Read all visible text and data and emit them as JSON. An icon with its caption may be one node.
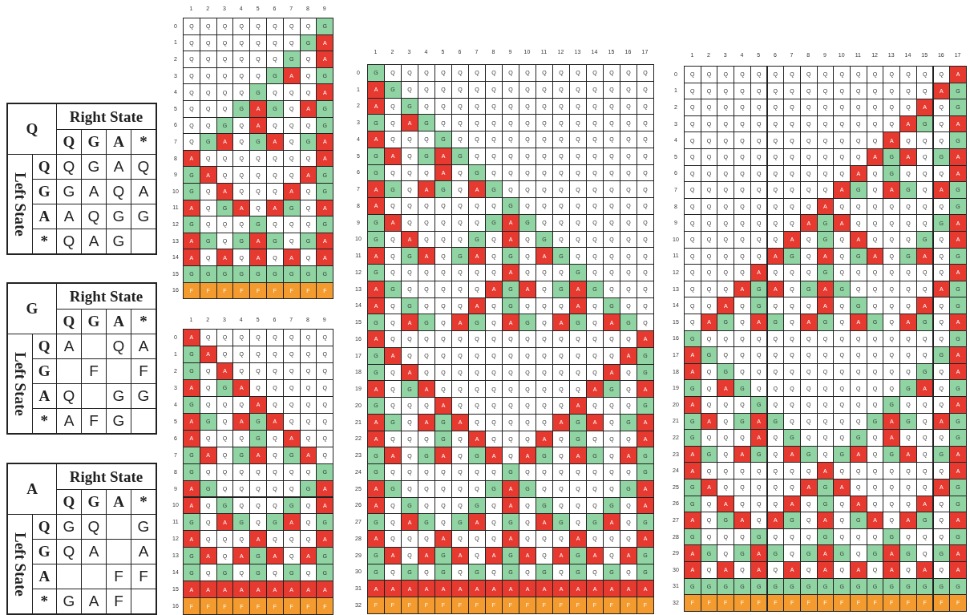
{
  "diagram": {
    "labels": [
      "Q",
      "Right State",
      "Q",
      "G",
      "A",
      "*",
      "Left State",
      "Q",
      "Q",
      "G",
      "A",
      "Q",
      "G",
      "G",
      "A",
      "Q",
      "A",
      "A",
      "A",
      "Q",
      "G",
      "G",
      "*",
      "Q",
      "A",
      "G",
      "G",
      "Right State",
      "Q",
      "G",
      "A",
      "*",
      "Left State",
      "Q",
      "A",
      "Q",
      "A",
      "G",
      "F",
      "F",
      "A",
      "Q",
      "G",
      "G",
      "*",
      "A",
      "F",
      "G",
      "A",
      "Right State",
      "Q",
      "G",
      "A",
      "*",
      "Left State",
      "Q",
      "G",
      "Q",
      "G",
      "G",
      "Q",
      "A",
      "A",
      "A",
      "F",
      "F",
      "*",
      "G",
      "A",
      "F",
      "1",
      "2",
      "3",
      "4",
      "5",
      "6",
      "7",
      "8",
      "9",
      "0",
      "Q",
      "Q",
      "Q",
      "Q",
      "Q",
      "Q",
      "Q",
      "Q",
      "G",
      "1",
      "Q",
      "Q",
      "Q",
      "Q",
      "Q",
      "Q",
      "Q",
      "G",
      "A",
      "2",
      "Q",
      "Q",
      "Q",
      "Q",
      "Q",
      "Q",
      "G",
      "Q",
      "A",
      "3",
      "Q",
      "Q",
      "Q",
      "Q",
      "Q",
      "G",
      "A",
      "Q",
      "G",
      "4",
      "Q",
      "Q",
      "Q",
      "Q",
      "G",
      "Q",
      "Q",
      "Q",
      "A",
      "5",
      "Q",
      "Q",
      "Q",
      "G",
      "A",
      "G",
      "Q",
      "A",
      "G",
      "6",
      "Q",
      "Q",
      "G",
      "Q",
      "A",
      "Q",
      "Q",
      "Q",
      "G",
      "7",
      "Q",
      "G",
      "A",
      "Q",
      "G",
      "A",
      "Q",
      "G",
      "A",
      "8",
      "A",
      "Q",
      "Q",
      "Q",
      "Q",
      "Q",
      "Q",
      "Q",
      "A",
      "9",
      "G",
      "A",
      "Q",
      "Q",
      "Q",
      "Q",
      "Q",
      "A",
      "G",
      "10",
      "G",
      "Q",
      "A",
      "Q",
      "Q",
      "Q",
      "A",
      "Q",
      "G",
      "11",
      "A",
      "Q",
      "G",
      "A",
      "Q",
      "A",
      "G",
      "Q",
      "A",
      "12",
      "G",
      "Q",
      "Q",
      "Q",
      "G",
      "Q",
      "Q",
      "Q",
      "G",
      "13",
      "A",
      "G",
      "Q",
      "G",
      "A",
      "G",
      "Q",
      "G",
      "A",
      "14",
      "A",
      "Q",
      "A",
      "Q",
      "A",
      "Q",
      "A",
      "Q",
      "A",
      "15",
      "G",
      "G",
      "G",
      "G",
      "G",
      "G",
      "G",
      "G",
      "G",
      "16",
      "F",
      "F",
      "F",
      "F",
      "F",
      "F",
      "F",
      "F",
      "F",
      "1",
      "2",
      "3",
      "4",
      "5",
      "6",
      "7",
      "8",
      "9",
      "0",
      "A",
      "Q",
      "Q",
      "Q",
      "Q",
      "Q",
      "Q",
      "Q",
      "Q",
      "1",
      "G",
      "A",
      "Q",
      "Q",
      "Q",
      "Q",
      "Q",
      "Q",
      "Q",
      "2",
      "G",
      "Q",
      "A",
      "Q",
      "Q",
      "Q",
      "Q",
      "Q",
      "Q",
      "3",
      "A",
      "Q",
      "G",
      "A",
      "Q",
      "Q",
      "Q",
      "Q",
      "Q",
      "4",
      "G",
      "Q",
      "Q",
      "Q",
      "A",
      "Q",
      "Q",
      "Q",
      "Q",
      "5",
      "A",
      "G",
      "Q",
      "A",
      "G",
      "A",
      "Q",
      "Q",
      "Q",
      "6",
      "A",
      "Q",
      "Q",
      "Q",
      "G",
      "Q",
      "A",
      "Q",
      "Q",
      "7",
      "G",
      "A",
      "Q",
      "G",
      "A",
      "Q",
      "G",
      "A",
      "Q",
      "8",
      "G",
      "Q",
      "Q",
      "Q",
      "Q",
      "Q",
      "Q",
      "Q",
      "G",
      "9",
      "A",
      "G",
      "Q",
      "Q",
      "Q",
      "Q",
      "Q",
      "G",
      "A",
      "10",
      "A",
      "Q",
      "G",
      "Q",
      "Q",
      "Q",
      "G",
      "Q",
      "A",
      "11",
      "G",
      "Q",
      "A",
      "G",
      "Q",
      "G",
      "A",
      "Q",
      "G",
      "12",
      "A",
      "Q",
      "Q",
      "Q",
      "A",
      "Q",
      "Q",
      "Q",
      "A",
      "13",
      "G",
      "A",
      "Q",
      "A",
      "G",
      "A",
      "Q",
      "A",
      "G",
      "14",
      "G",
      "Q",
      "G",
      "Q",
      "G",
      "Q",
      "G",
      "Q",
      "G",
      "15",
      "A",
      "A",
      "A",
      "A",
      "A",
      "A",
      "A",
      "A",
      "A",
      "16",
      "F",
      "F",
      "F",
      "F",
      "F",
      "F",
      "F",
      "F",
      "F",
      "1",
      "2",
      "3",
      "4",
      "5",
      "6",
      "7",
      "8",
      "9",
      "10",
      "11",
      "12",
      "13",
      "14",
      "15",
      "16",
      "17",
      "0",
      "G",
      "Q",
      "Q",
      "Q",
      "Q",
      "Q",
      "Q",
      "Q",
      "Q",
      "Q",
      "Q",
      "Q",
      "Q",
      "Q",
      "Q",
      "Q",
      "Q",
      "1",
      "A",
      "G",
      "Q",
      "Q",
      "Q",
      "Q",
      "Q",
      "Q",
      "Q",
      "Q",
      "Q",
      "Q",
      "Q",
      "Q",
      "Q",
      "Q",
      "Q",
      "2",
      "A",
      "Q",
      "G",
      "Q",
      "Q",
      "Q",
      "Q",
      "Q",
      "Q",
      "Q",
      "Q",
      "Q",
      "Q",
      "Q",
      "Q",
      "Q",
      "Q",
      "3",
      "G",
      "Q",
      "A",
      "G",
      "Q",
      "Q",
      "Q",
      "Q",
      "Q",
      "Q",
      "Q",
      "Q",
      "Q",
      "Q",
      "Q",
      "Q",
      "Q",
      "4",
      "A",
      "Q",
      "Q",
      "Q",
      "G",
      "Q",
      "Q",
      "Q",
      "Q",
      "Q",
      "Q",
      "Q",
      "Q",
      "Q",
      "Q",
      "Q",
      "Q",
      "5",
      "G",
      "A",
      "Q",
      "G",
      "A",
      "G",
      "Q",
      "Q",
      "Q",
      "Q",
      "Q",
      "Q",
      "Q",
      "Q",
      "Q",
      "Q",
      "Q",
      "6",
      "G",
      "Q",
      "Q",
      "Q",
      "A",
      "Q",
      "G",
      "Q",
      "Q",
      "Q",
      "Q",
      "Q",
      "Q",
      "Q",
      "Q",
      "Q",
      "Q",
      "7",
      "A",
      "G",
      "Q",
      "A",
      "G",
      "Q",
      "A",
      "G",
      "Q",
      "Q",
      "Q",
      "Q",
      "Q",
      "Q",
      "Q",
      "Q",
      "Q",
      "8",
      "A",
      "Q",
      "Q",
      "Q",
      "Q",
      "Q",
      "Q",
      "Q",
      "G",
      "Q",
      "Q",
      "Q",
      "Q",
      "Q",
      "Q",
      "Q",
      "Q",
      "9",
      "G",
      "A",
      "Q",
      "Q",
      "Q",
      "Q",
      "Q",
      "G",
      "A",
      "G",
      "Q",
      "Q",
      "Q",
      "Q",
      "Q",
      "Q",
      "Q",
      "10",
      "G",
      "Q",
      "A",
      "Q",
      "Q",
      "Q",
      "G",
      "Q",
      "A",
      "Q",
      "G",
      "Q",
      "Q",
      "Q",
      "Q",
      "Q",
      "Q",
      "11",
      "A",
      "Q",
      "G",
      "A",
      "Q",
      "G",
      "A",
      "Q",
      "G",
      "Q",
      "A",
      "G",
      "Q",
      "Q",
      "Q",
      "Q",
      "Q",
      "12",
      "G",
      "Q",
      "Q",
      "Q",
      "Q",
      "Q",
      "Q",
      "Q",
      "A",
      "Q",
      "Q",
      "Q",
      "G",
      "Q",
      "Q",
      "Q",
      "Q",
      "13",
      "A",
      "G",
      "Q",
      "Q",
      "Q",
      "Q",
      "Q",
      "A",
      "G",
      "A",
      "Q",
      "G",
      "A",
      "G",
      "Q",
      "Q",
      "Q",
      "14",
      "A",
      "Q",
      "G",
      "Q",
      "Q",
      "Q",
      "A",
      "Q",
      "G",
      "Q",
      "Q",
      "Q",
      "A",
      "Q",
      "G",
      "Q",
      "Q",
      "15",
      "G",
      "Q",
      "A",
      "G",
      "Q",
      "A",
      "G",
      "Q",
      "A",
      "G",
      "Q",
      "A",
      "G",
      "Q",
      "A",
      "G",
      "Q",
      "16",
      "A",
      "Q",
      "Q",
      "Q",
      "Q",
      "Q",
      "Q",
      "Q",
      "Q",
      "Q",
      "Q",
      "Q",
      "Q",
      "Q",
      "Q",
      "Q",
      "A",
      "17",
      "G",
      "A",
      "Q",
      "Q",
      "Q",
      "Q",
      "Q",
      "Q",
      "Q",
      "Q",
      "Q",
      "Q",
      "Q",
      "Q",
      "Q",
      "A",
      "G",
      "18",
      "G",
      "Q",
      "A",
      "Q",
      "Q",
      "Q",
      "Q",
      "Q",
      "Q",
      "Q",
      "Q",
      "Q",
      "Q",
      "Q",
      "A",
      "Q",
      "G",
      "19",
      "A",
      "Q",
      "G",
      "A",
      "Q",
      "Q",
      "Q",
      "Q",
      "Q",
      "Q",
      "Q",
      "Q",
      "Q",
      "A",
      "G",
      "Q",
      "A",
      "20",
      "G",
      "Q",
      "Q",
      "Q",
      "A",
      "Q",
      "Q",
      "Q",
      "Q",
      "Q",
      "Q",
      "Q",
      "A",
      "Q",
      "Q",
      "Q",
      "G",
      "21",
      "A",
      "G",
      "Q",
      "A",
      "G",
      "A",
      "Q",
      "Q",
      "Q",
      "Q",
      "Q",
      "A",
      "G",
      "A",
      "Q",
      "G",
      "A",
      "22",
      "A",
      "Q",
      "Q",
      "Q",
      "G",
      "Q",
      "A",
      "Q",
      "Q",
      "Q",
      "A",
      "Q",
      "G",
      "Q",
      "Q",
      "Q",
      "A",
      "23",
      "G",
      "A",
      "Q",
      "G",
      "A",
      "Q",
      "G",
      "A",
      "Q",
      "A",
      "G",
      "Q",
      "A",
      "G",
      "Q",
      "A",
      "G",
      "24",
      "G",
      "Q",
      "Q",
      "Q",
      "Q",
      "Q",
      "Q",
      "Q",
      "G",
      "Q",
      "Q",
      "Q",
      "Q",
      "Q",
      "Q",
      "Q",
      "G",
      "25",
      "A",
      "G",
      "Q",
      "Q",
      "Q",
      "Q",
      "Q",
      "G",
      "A",
      "G",
      "Q",
      "Q",
      "Q",
      "Q",
      "Q",
      "G",
      "A",
      "26",
      "A",
      "Q",
      "G",
      "Q",
      "Q",
      "Q",
      "G",
      "Q",
      "A",
      "Q",
      "G",
      "Q",
      "Q",
      "Q",
      "G",
      "Q",
      "A",
      "27",
      "G",
      "Q",
      "A",
      "G",
      "Q",
      "G",
      "A",
      "Q",
      "G",
      "Q",
      "A",
      "G",
      "Q",
      "G",
      "A",
      "Q",
      "G",
      "28",
      "A",
      "Q",
      "Q",
      "Q",
      "A",
      "Q",
      "Q",
      "Q",
      "A",
      "Q",
      "Q",
      "Q",
      "A",
      "Q",
      "Q",
      "Q",
      "A",
      "29",
      "G",
      "A",
      "Q",
      "A",
      "G",
      "A",
      "Q",
      "A",
      "G",
      "A",
      "Q",
      "A",
      "G",
      "A",
      "Q",
      "A",
      "G",
      "30",
      "G",
      "Q",
      "G",
      "Q",
      "G",
      "Q",
      "G",
      "Q",
      "G",
      "Q",
      "G",
      "Q",
      "G",
      "Q",
      "G",
      "Q",
      "G",
      "31",
      "A",
      "A",
      "A",
      "A",
      "A",
      "A",
      "A",
      "A",
      "A",
      "A",
      "A",
      "A",
      "A",
      "A",
      "A",
      "A",
      "A",
      "32",
      "F",
      "F",
      "F",
      "F",
      "F",
      "F",
      "F",
      "F",
      "F",
      "F",
      "F",
      "F",
      "F",
      "F",
      "F",
      "F",
      "F",
      "1",
      "2",
      "3",
      "4",
      "5",
      "6",
      "7",
      "8",
      "9",
      "10",
      "11",
      "12",
      "13",
      "14",
      "15",
      "16",
      "17",
      "0",
      "Q",
      "Q",
      "Q",
      "Q",
      "Q",
      "Q",
      "Q",
      "Q",
      "Q",
      "Q",
      "Q",
      "Q",
      "Q",
      "Q",
      "Q",
      "Q",
      "A",
      "1",
      "Q",
      "Q",
      "Q",
      "Q",
      "Q",
      "Q",
      "Q",
      "Q",
      "Q",
      "Q",
      "Q",
      "Q",
      "Q",
      "Q",
      "Q",
      "A",
      "G",
      "2",
      "Q",
      "Q",
      "Q",
      "Q",
      "Q",
      "Q",
      "Q",
      "Q",
      "Q",
      "Q",
      "Q",
      "Q",
      "Q",
      "Q",
      "A",
      "Q",
      "G",
      "3",
      "Q",
      "Q",
      "Q",
      "Q",
      "Q",
      "Q",
      "Q",
      "Q",
      "Q",
      "Q",
      "Q",
      "Q",
      "Q",
      "A",
      "G",
      "Q",
      "A",
      "4",
      "Q",
      "Q",
      "Q",
      "Q",
      "Q",
      "Q",
      "Q",
      "Q",
      "Q",
      "Q",
      "Q",
      "Q",
      "A",
      "Q",
      "Q",
      "Q",
      "G",
      "5",
      "Q",
      "Q",
      "Q",
      "Q",
      "Q",
      "Q",
      "Q",
      "Q",
      "Q",
      "Q",
      "Q",
      "A",
      "G",
      "A",
      "Q",
      "G",
      "A",
      "6",
      "Q",
      "Q",
      "Q",
      "Q",
      "Q",
      "Q",
      "Q",
      "Q",
      "Q",
      "Q",
      "A",
      "Q",
      "G",
      "Q",
      "Q",
      "Q",
      "A",
      "7",
      "Q",
      "Q",
      "Q",
      "Q",
      "Q",
      "Q",
      "Q",
      "Q",
      "Q",
      "A",
      "G",
      "Q",
      "A",
      "G",
      "Q",
      "A",
      "G",
      "8",
      "Q",
      "Q",
      "Q",
      "Q",
      "Q",
      "Q",
      "Q",
      "Q",
      "A",
      "Q",
      "Q",
      "Q",
      "Q",
      "Q",
      "Q",
      "Q",
      "G",
      "9",
      "Q",
      "Q",
      "Q",
      "Q",
      "Q",
      "Q",
      "Q",
      "A",
      "G",
      "A",
      "Q",
      "Q",
      "Q",
      "Q",
      "Q",
      "G",
      "A",
      "10",
      "Q",
      "Q",
      "Q",
      "Q",
      "Q",
      "Q",
      "A",
      "Q",
      "G",
      "Q",
      "A",
      "Q",
      "Q",
      "Q",
      "G",
      "Q",
      "A",
      "11",
      "Q",
      "Q",
      "Q",
      "Q",
      "Q",
      "A",
      "G",
      "Q",
      "A",
      "Q",
      "G",
      "A",
      "Q",
      "G",
      "A",
      "Q",
      "G",
      "12",
      "Q",
      "Q",
      "Q",
      "Q",
      "A",
      "Q",
      "Q",
      "Q",
      "G",
      "Q",
      "Q",
      "Q",
      "Q",
      "Q",
      "Q",
      "Q",
      "A",
      "13",
      "Q",
      "Q",
      "Q",
      "A",
      "G",
      "A",
      "Q",
      "G",
      "A",
      "G",
      "Q",
      "Q",
      "Q",
      "Q",
      "Q",
      "A",
      "G",
      "14",
      "Q",
      "Q",
      "A",
      "Q",
      "G",
      "Q",
      "Q",
      "Q",
      "A",
      "Q",
      "G",
      "Q",
      "Q",
      "Q",
      "A",
      "Q",
      "G",
      "15",
      "Q",
      "A",
      "G",
      "Q",
      "A",
      "G",
      "Q",
      "A",
      "G",
      "Q",
      "A",
      "G",
      "Q",
      "A",
      "G",
      "Q",
      "A",
      "16",
      "G",
      "Q",
      "Q",
      "Q",
      "Q",
      "Q",
      "Q",
      "Q",
      "Q",
      "Q",
      "Q",
      "Q",
      "Q",
      "Q",
      "Q",
      "Q",
      "G",
      "17",
      "A",
      "G",
      "Q",
      "Q",
      "Q",
      "Q",
      "Q",
      "Q",
      "Q",
      "Q",
      "Q",
      "Q",
      "Q",
      "Q",
      "Q",
      "G",
      "A",
      "18",
      "A",
      "Q",
      "G",
      "Q",
      "Q",
      "Q",
      "Q",
      "Q",
      "Q",
      "Q",
      "Q",
      "Q",
      "Q",
      "Q",
      "G",
      "Q",
      "A",
      "19",
      "G",
      "Q",
      "A",
      "G",
      "Q",
      "Q",
      "Q",
      "Q",
      "Q",
      "Q",
      "Q",
      "Q",
      "Q",
      "G",
      "A",
      "Q",
      "G",
      "20",
      "A",
      "Q",
      "Q",
      "Q",
      "G",
      "Q",
      "Q",
      "Q",
      "Q",
      "Q",
      "Q",
      "Q",
      "G",
      "Q",
      "Q",
      "Q",
      "A",
      "21",
      "G",
      "A",
      "Q",
      "G",
      "A",
      "G",
      "Q",
      "Q",
      "Q",
      "Q",
      "Q",
      "G",
      "A",
      "G",
      "Q",
      "A",
      "G",
      "22",
      "G",
      "Q",
      "Q",
      "Q",
      "A",
      "Q",
      "G",
      "Q",
      "Q",
      "Q",
      "G",
      "Q",
      "A",
      "Q",
      "Q",
      "Q",
      "G",
      "23",
      "A",
      "G",
      "Q",
      "A",
      "G",
      "Q",
      "A",
      "G",
      "Q",
      "G",
      "A",
      "Q",
      "G",
      "A",
      "Q",
      "G",
      "A",
      "24",
      "A",
      "Q",
      "Q",
      "Q",
      "Q",
      "Q",
      "Q",
      "Q",
      "A",
      "Q",
      "Q",
      "Q",
      "Q",
      "Q",
      "Q",
      "Q",
      "A",
      "25",
      "G",
      "A",
      "Q",
      "Q",
      "Q",
      "Q",
      "Q",
      "A",
      "G",
      "A",
      "Q",
      "Q",
      "Q",
      "Q",
      "Q",
      "A",
      "G",
      "26",
      "G",
      "Q",
      "A",
      "Q",
      "Q",
      "Q",
      "A",
      "Q",
      "G",
      "Q",
      "A",
      "Q",
      "Q",
      "Q",
      "A",
      "Q",
      "G",
      "27",
      "A",
      "Q",
      "G",
      "A",
      "Q",
      "A",
      "G",
      "Q",
      "A",
      "Q",
      "G",
      "A",
      "Q",
      "A",
      "G",
      "Q",
      "A",
      "28",
      "G",
      "Q",
      "Q",
      "Q",
      "G",
      "Q",
      "Q",
      "Q",
      "G",
      "Q",
      "Q",
      "Q",
      "G",
      "Q",
      "Q",
      "Q",
      "G",
      "29",
      "A",
      "G",
      "Q",
      "G",
      "A",
      "G",
      "Q",
      "G",
      "A",
      "G",
      "Q",
      "G",
      "A",
      "G",
      "Q",
      "G",
      "A",
      "30",
      "A",
      "Q",
      "A",
      "Q",
      "A",
      "Q",
      "A",
      "Q",
      "A",
      "Q",
      "A",
      "Q",
      "A",
      "Q",
      "A",
      "Q",
      "A",
      "31",
      "G",
      "G",
      "G",
      "G",
      "G",
      "G",
      "G",
      "G",
      "G",
      "G",
      "G",
      "G",
      "G",
      "G",
      "G",
      "G",
      "G",
      "32",
      "F",
      "F",
      "F",
      "F",
      "F",
      "F",
      "F",
      "F",
      "F",
      "F",
      "F",
      "F",
      "F",
      "F",
      "F",
      "F",
      "F"
    ]
  }
}
